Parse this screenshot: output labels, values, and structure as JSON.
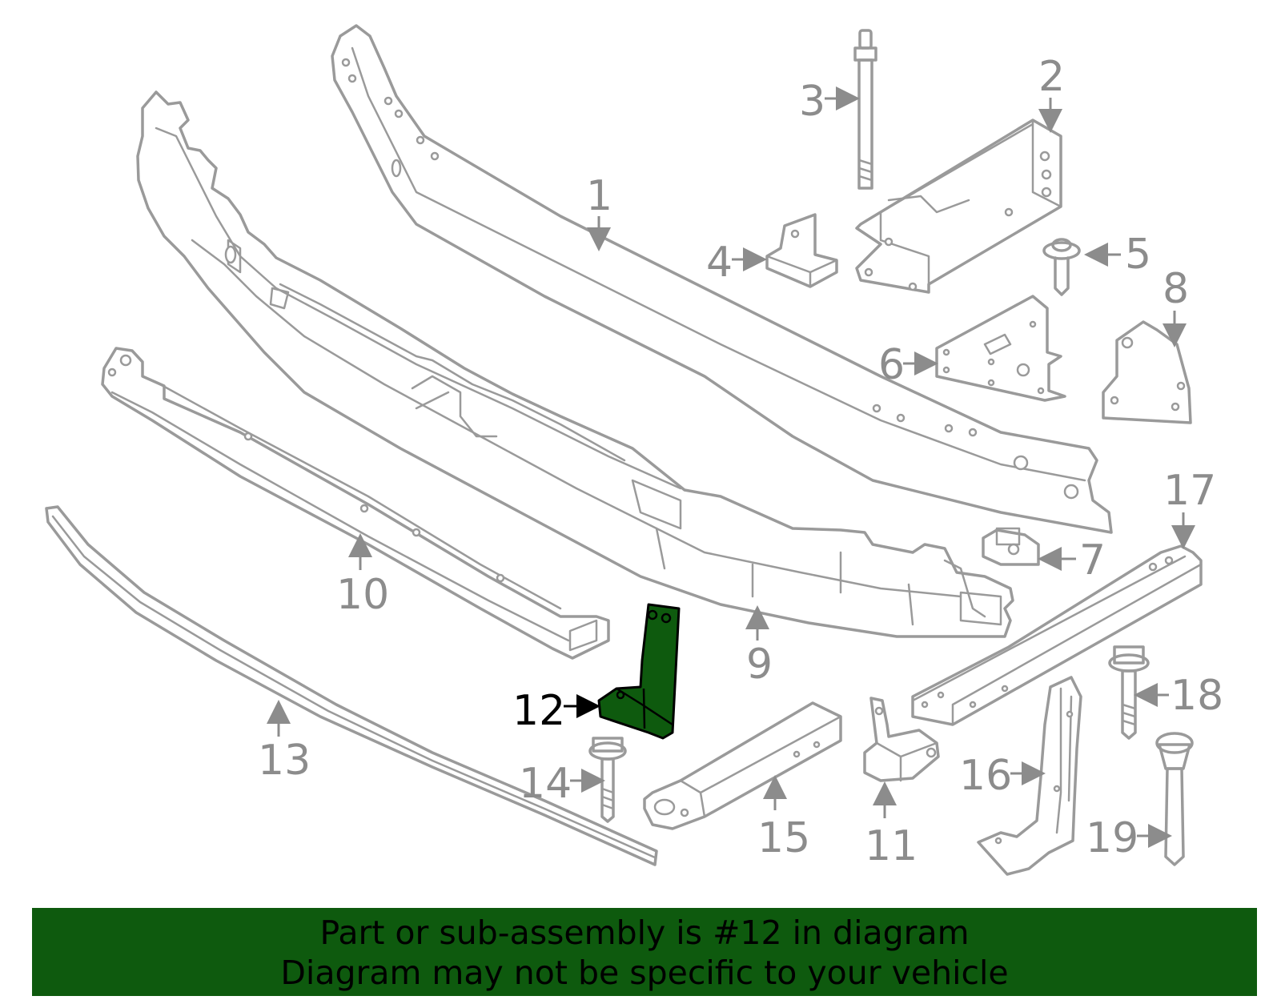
{
  "diagram": {
    "highlight_color": "#0e5a0e",
    "highlighted_part": "12",
    "callouts": [
      "1",
      "2",
      "3",
      "4",
      "5",
      "6",
      "7",
      "8",
      "9",
      "10",
      "11",
      "12",
      "13",
      "14",
      "15",
      "16",
      "17",
      "18",
      "19"
    ]
  },
  "banner": {
    "line1": "Part or sub-assembly is #12 in diagram",
    "line2": "Diagram may not be specific to your vehicle"
  }
}
